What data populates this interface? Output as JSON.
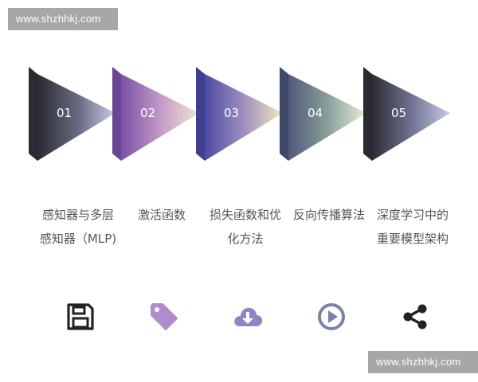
{
  "watermark": {
    "top": "www.shzhhkj.com",
    "bottom": "www.shzhhkj.com"
  },
  "steps": [
    {
      "num": "01",
      "label": "感知器与多层感知器（MLP)",
      "icon": "floppy-disk-icon",
      "color": "#222222"
    },
    {
      "num": "02",
      "label": "激活函数",
      "icon": "tag-icon",
      "color": "#b08ccc"
    },
    {
      "num": "03",
      "label": "损失函数和优化方法",
      "icon": "cloud-download-icon",
      "color": "#9184c4"
    },
    {
      "num": "04",
      "label": "反向传播算法",
      "icon": "play-circle-icon",
      "color": "#7a84a8"
    },
    {
      "num": "05",
      "label": "深度学习中的重要模型架构",
      "icon": "share-icon",
      "color": "#222222"
    }
  ]
}
